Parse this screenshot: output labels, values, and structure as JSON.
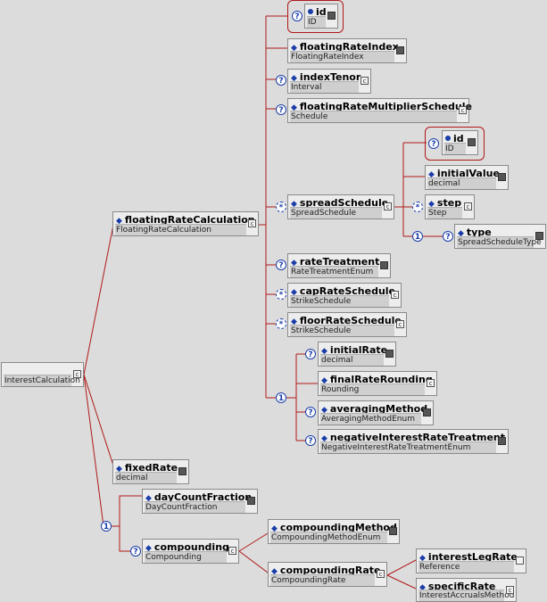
{
  "nodes": {
    "id_top": {
      "name": "id",
      "type": "ID"
    },
    "floatingRateIndex": {
      "name": "floatingRateIndex",
      "type": "FloatingRateIndex"
    },
    "indexTenor": {
      "name": "indexTenor",
      "type": "Interval"
    },
    "floatingRateMultiplierSchedule": {
      "name": "floatingRateMultiplierSchedule",
      "type": "Schedule"
    },
    "id_spread": {
      "name": "id",
      "type": "ID"
    },
    "initialValue": {
      "name": "initialValue",
      "type": "decimal"
    },
    "step": {
      "name": "step",
      "type": "Step"
    },
    "type": {
      "name": "type",
      "type": "SpreadScheduleType"
    },
    "spreadSchedule": {
      "name": "spreadSchedule",
      "type": "SpreadSchedule"
    },
    "floatingRateCalculation": {
      "name": "floatingRateCalculation",
      "type": "FloatingRateCalculation"
    },
    "rateTreatment": {
      "name": "rateTreatment",
      "type": "RateTreatmentEnum"
    },
    "capRateSchedule": {
      "name": "capRateSchedule",
      "type": "StrikeSchedule"
    },
    "floorRateSchedule": {
      "name": "floorRateSchedule",
      "type": "StrikeSchedule"
    },
    "initialRate": {
      "name": "initialRate",
      "type": "decimal"
    },
    "finalRateRounding": {
      "name": "finalRateRounding",
      "type": "Rounding"
    },
    "averagingMethod": {
      "name": "averagingMethod",
      "type": "AveragingMethodEnum"
    },
    "negativeInterestRateTreatment": {
      "name": "negativeInterestRateTreatment",
      "type": "NegativeInterestRateTreatmentEnum"
    },
    "interestCalculation": {
      "name": "",
      "type": "InterestCalculation"
    },
    "fixedRate": {
      "name": "fixedRate",
      "type": "decimal"
    },
    "dayCountFraction": {
      "name": "dayCountFraction",
      "type": "DayCountFraction"
    },
    "compounding": {
      "name": "compounding",
      "type": "Compounding"
    },
    "compoundingMethod": {
      "name": "compoundingMethod",
      "type": "CompoundingMethodEnum"
    },
    "compoundingRate": {
      "name": "compoundingRate",
      "type": "CompoundingRate"
    },
    "interestLegRate": {
      "name": "interestLegRate",
      "type": "Reference"
    },
    "specificRate": {
      "name": "specificRate",
      "type": "InterestAccrualsMethod"
    }
  },
  "occurrence": {
    "optional": "?",
    "many": "*",
    "choice": "1"
  },
  "colors": {
    "wire": "#b01818",
    "bullet": "#1a3da8",
    "node_bg": "#ededed"
  }
}
